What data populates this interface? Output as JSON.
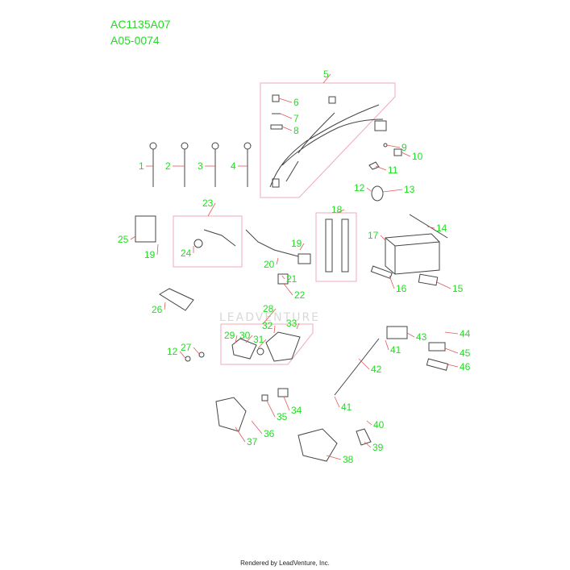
{
  "header": {
    "part_code": "AC1135A07",
    "diagram_code": "A05-0074"
  },
  "watermark": "LEADVENTURE",
  "footer": "Rendered by LeadVenture, Inc.",
  "colors": {
    "callout": "#22dd22",
    "leader": "#e05a5a",
    "box": "#f0a8b8",
    "drawing": "#444444"
  },
  "callouts": [
    "1",
    "2",
    "3",
    "4",
    "5",
    "6",
    "7",
    "8",
    "9",
    "10",
    "11",
    "12",
    "12",
    "13",
    "14",
    "15",
    "16",
    "17",
    "18",
    "19",
    "19",
    "20",
    "21",
    "22",
    "23",
    "24",
    "25",
    "26",
    "27",
    "28",
    "29",
    "30",
    "31",
    "32",
    "33",
    "34",
    "35",
    "36",
    "37",
    "38",
    "39",
    "40",
    "41",
    "41",
    "42",
    "43",
    "44",
    "45",
    "46"
  ]
}
